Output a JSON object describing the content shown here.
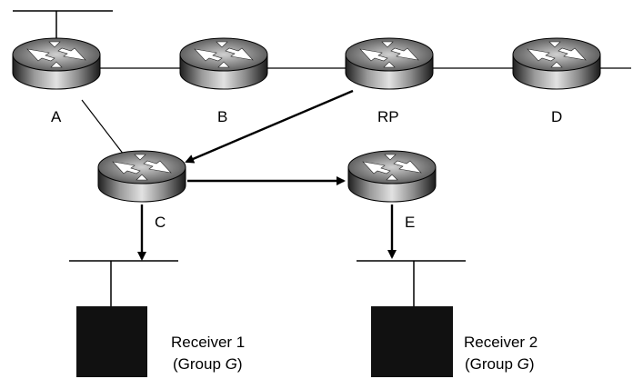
{
  "routers": {
    "A": {
      "label": "A"
    },
    "B": {
      "label": "B"
    },
    "RP": {
      "label": "RP"
    },
    "D": {
      "label": "D"
    },
    "C": {
      "label": "C"
    },
    "E": {
      "label": "E"
    }
  },
  "receivers": [
    {
      "name": "Receiver 1",
      "group_prefix": "(Group ",
      "group_name": "G",
      "group_suffix": ")"
    },
    {
      "name": "Receiver 2",
      "group_prefix": "(Group ",
      "group_name": "G",
      "group_suffix": ")"
    }
  ],
  "links": [
    {
      "from": "A",
      "to": "B",
      "directed": false
    },
    {
      "from": "B",
      "to": "RP",
      "directed": false
    },
    {
      "from": "RP",
      "to": "D",
      "directed": false
    },
    {
      "from": "A",
      "to": "C",
      "directed": false
    },
    {
      "from": "RP",
      "to": "C",
      "directed": true
    },
    {
      "from": "C",
      "to": "E",
      "directed": true
    },
    {
      "from": "C",
      "to": "Receiver 1 segment",
      "directed": true
    },
    {
      "from": "E",
      "to": "Receiver 2 segment",
      "directed": true
    }
  ],
  "colors": {
    "line": "#000000",
    "router_dark": "#2a2a2a",
    "router_light": "#d8d8d8",
    "receiver": "#111111"
  }
}
